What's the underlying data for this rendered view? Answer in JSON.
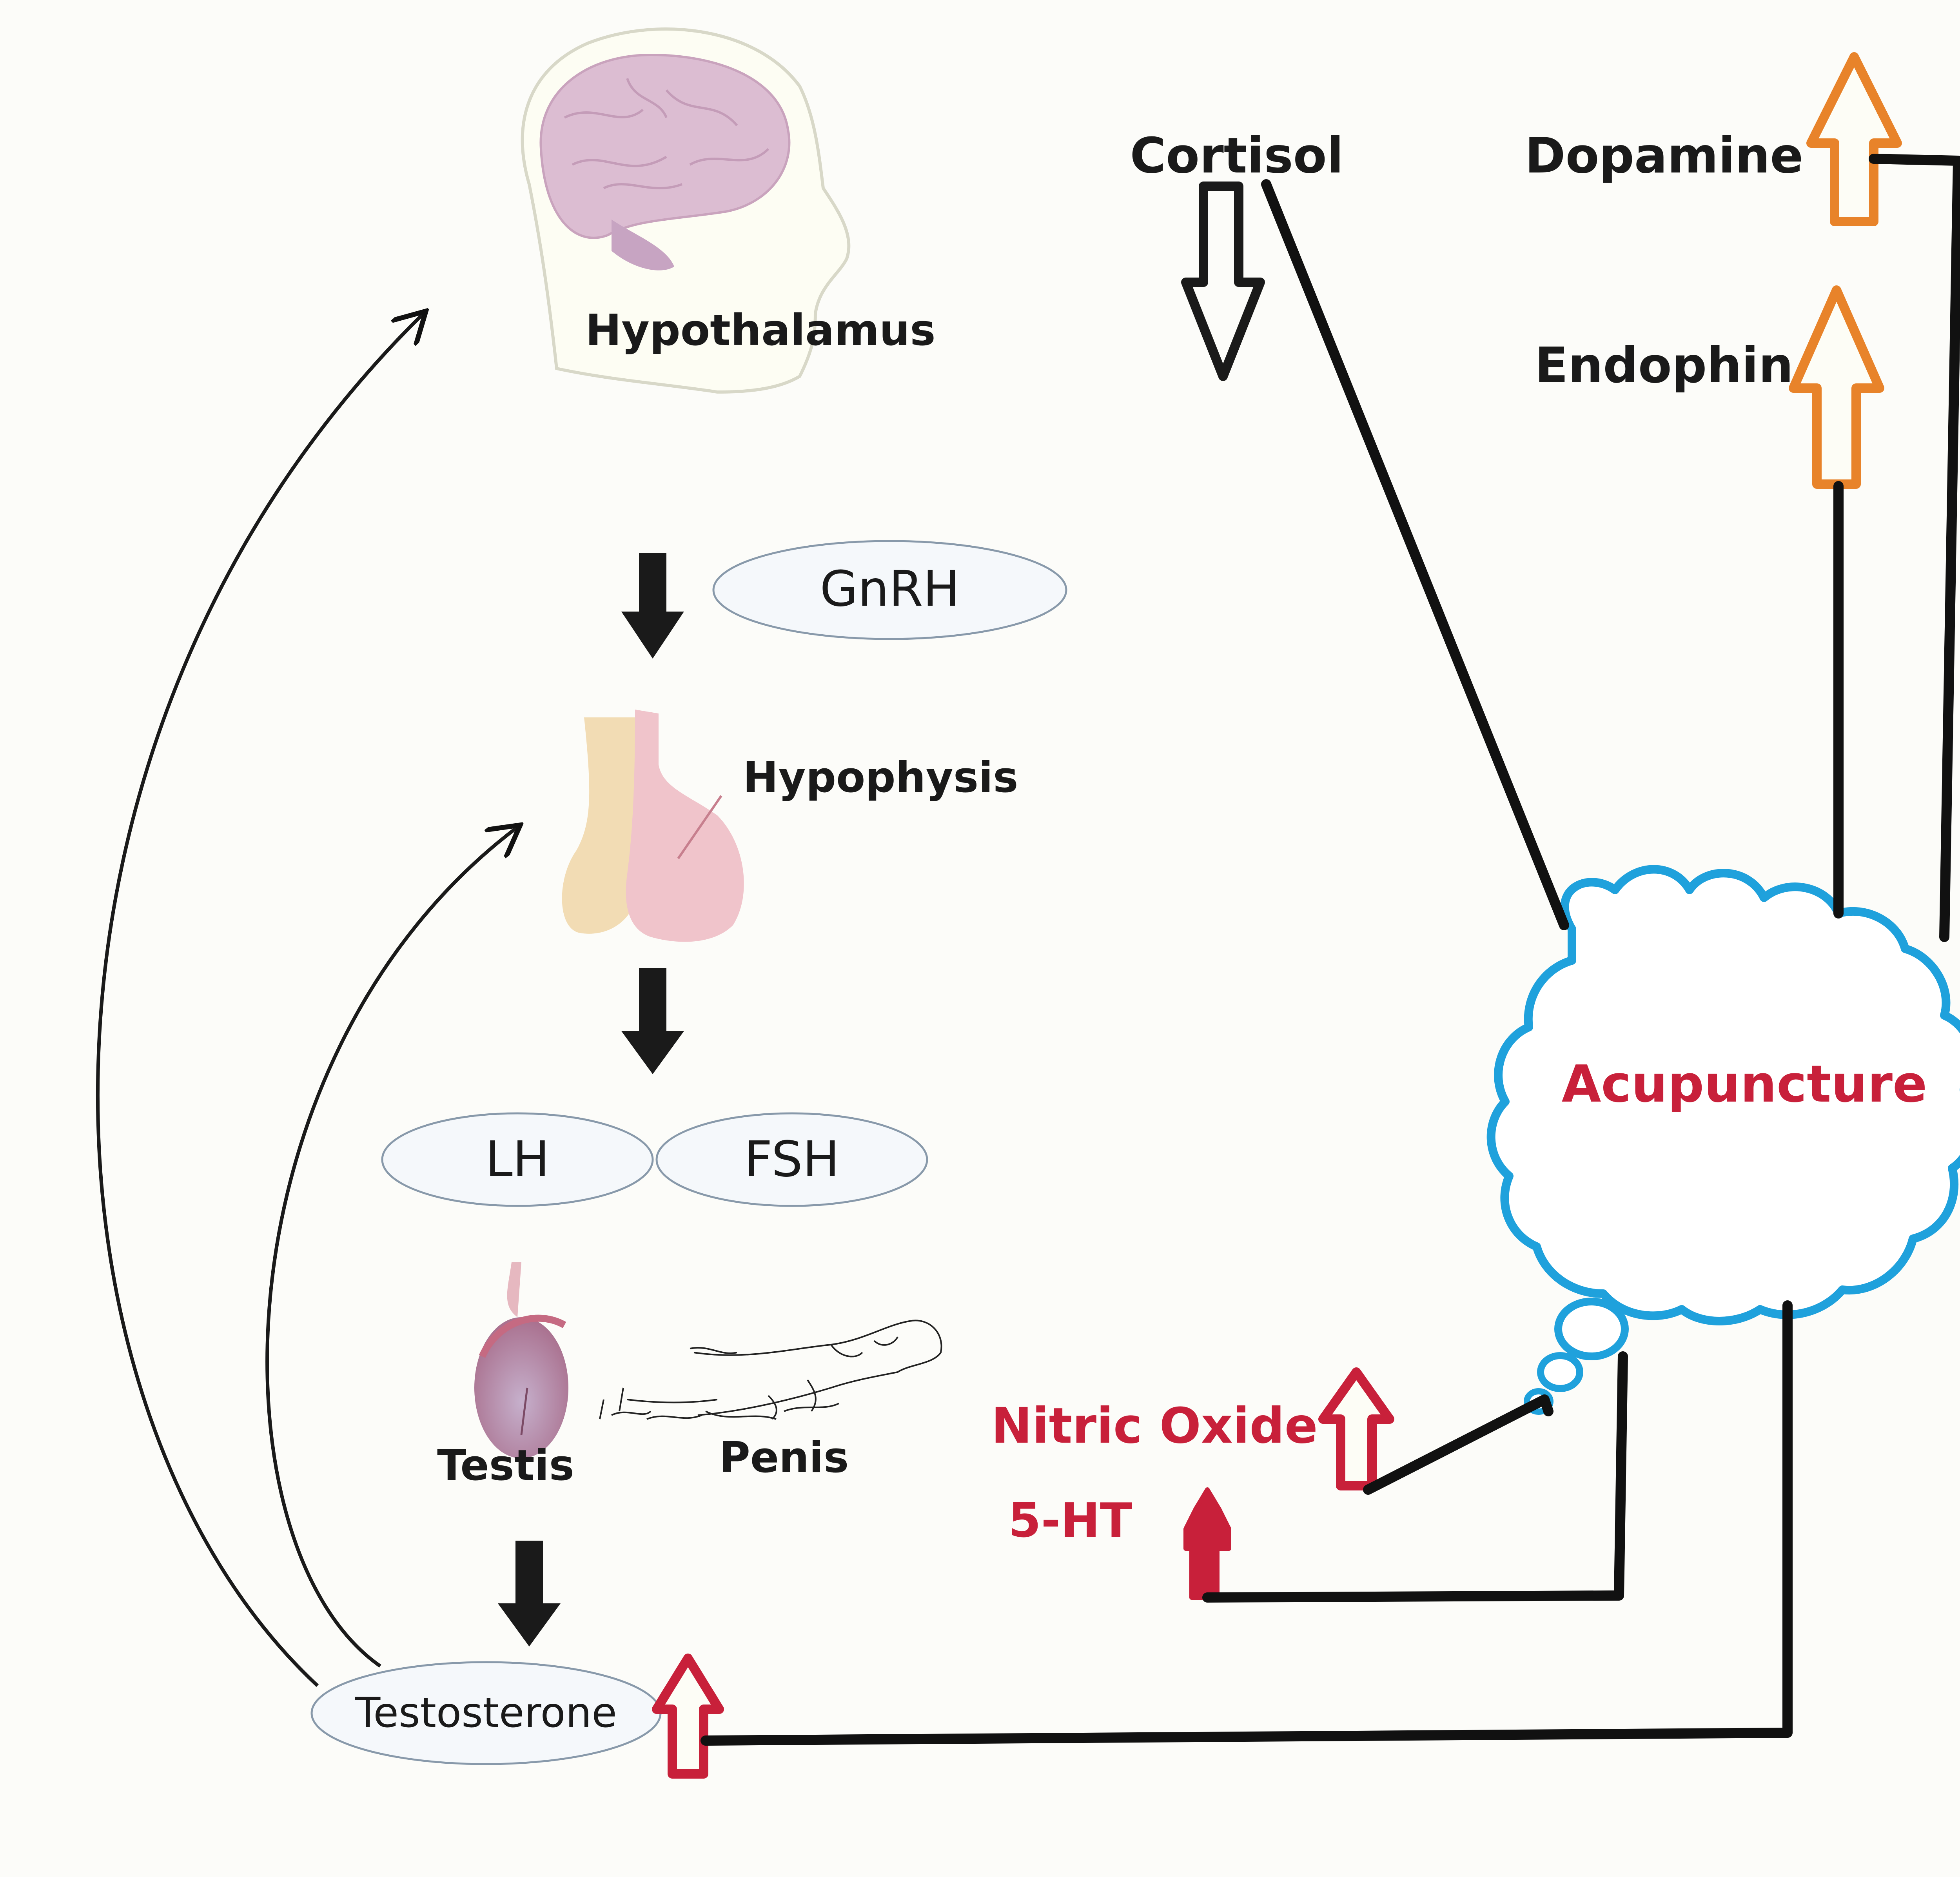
{
  "labels": {
    "hypothalamus": "Hypothalamus",
    "gnrh": "GnRH",
    "hypophysis": "Hypophysis",
    "lh": "LH",
    "fsh": "FSH",
    "testis": "Testis",
    "penis": "Penis",
    "testosterone": "Testosterone",
    "cortisol": "Cortisol",
    "dopamine": "Dopamine",
    "endophin": "Endophin",
    "acupuncture": "Acupuncture",
    "nitric_oxide": "Nitric Oxide",
    "five_ht": "5-HT"
  },
  "colors": {
    "black": "#111111",
    "red": "#c8203a",
    "orange": "#e8832a",
    "blue": "#1fa1dc",
    "brain": "#d9b9cf",
    "pituitary_front": "#f0c8cc",
    "pituitary_back": "#f2dcb4",
    "testis": "#b58aa8"
  },
  "icons": [
    "brain-head-icon",
    "pituitary-icon",
    "testis-icon",
    "penis-sketch-icon",
    "cloud-icon"
  ]
}
